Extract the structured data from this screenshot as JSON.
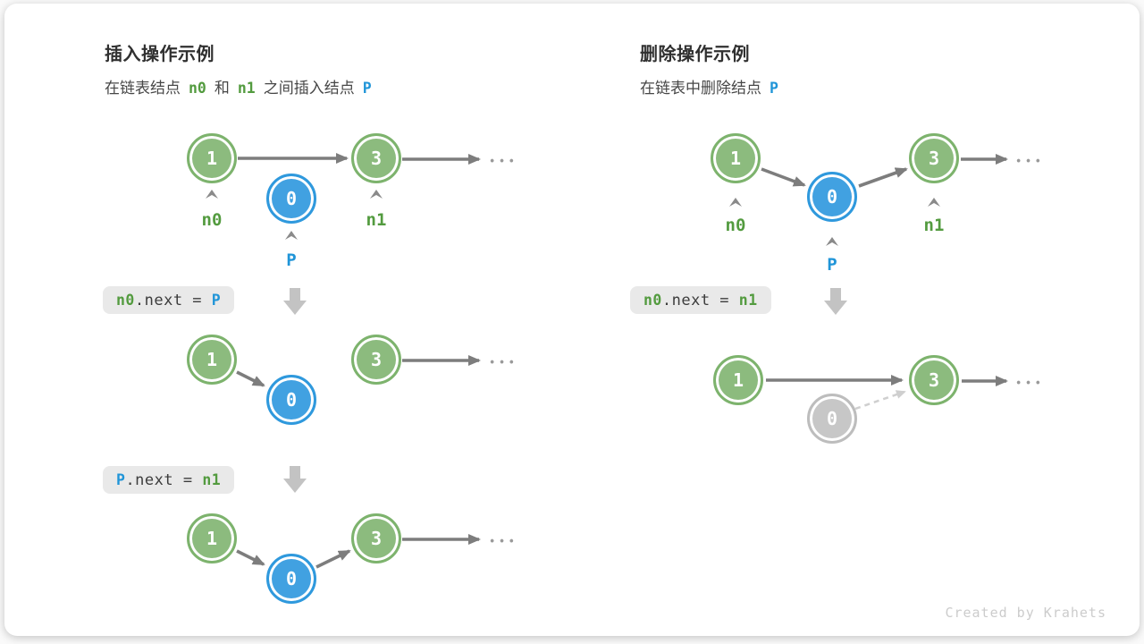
{
  "watermark": "Created by Krahets",
  "icons": {
    "ellipsis": "•••",
    "caret_up": "^",
    "arrow_right": "→",
    "arrow_down": "↓"
  },
  "colors": {
    "node-green-fill": "#8cbb7e",
    "node-green-border": "#7db36d",
    "node-blue-fill": "#41a1e1",
    "node-blue-border": "#2f99dd",
    "node-gray-fill": "#c7c7c7",
    "node-gray-border": "#bdbdbd",
    "arrow": "#7d7d7d",
    "arrow-light": "#cfcfcf",
    "block-arrow": "#c3c3c3",
    "caret": "#8a8a8a",
    "code-bg": "#e9e9e9",
    "code-text": "#3c3c3c",
    "green-text": "#539b3f",
    "blue-text": "#2095d8",
    "title-text": "#303030",
    "body-text": "#474747",
    "dots": "#9a9a9a",
    "watermark-text": "#cccccc"
  },
  "nodes": {
    "one": "1",
    "zero": "0",
    "three": "3"
  },
  "left": {
    "title": "插入操作示例",
    "subtitle": {
      "part1": "在链表结点",
      "n0": "n0",
      "part2": "和",
      "n1": "n1",
      "part3": "之间插入结点",
      "p": "P"
    },
    "labels": {
      "n0": "n0",
      "n1": "n1",
      "p": "P"
    },
    "code1": {
      "lhs": "n0",
      "mid": ".next = ",
      "rhs": "P"
    },
    "code2": {
      "lhs": "P",
      "mid": ".next = ",
      "rhs": "n1"
    }
  },
  "right": {
    "title": "删除操作示例",
    "subtitle": {
      "part1": "在链表中删除结点",
      "p": "P"
    },
    "labels": {
      "n0": "n0",
      "n1": "n1",
      "p": "P"
    },
    "code1": {
      "lhs": "n0",
      "mid": ".next = ",
      "rhs": "n1"
    }
  }
}
